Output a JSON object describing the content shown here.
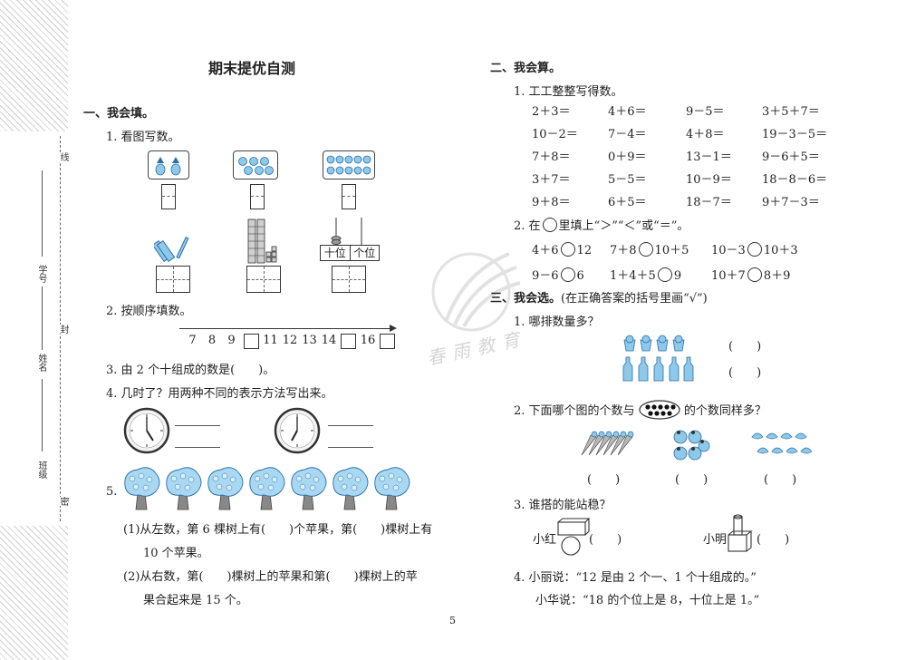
{
  "page_title": "期末提优自测",
  "page_number": "5",
  "margin": {
    "class_label": "班级",
    "name_label": "姓名",
    "id_label": "学号",
    "mi": "密",
    "feng": "封",
    "xian": "线"
  },
  "watermark": "春雨教育",
  "s1": {
    "header": "一、我会填。",
    "q1": "1. 看图写数。",
    "place_tens": "十位",
    "place_ones": "个位",
    "q2": "2. 按顺序填数。",
    "numberline": [
      "7",
      "8",
      "9",
      "",
      "11",
      "12",
      "13",
      "14",
      "",
      "16",
      ""
    ],
    "q3": "3. 由 2 个十组成的数是(　　)。",
    "q4": "4. 几时了？用两种不同的表示方法写出来。",
    "q5_num": "5.",
    "q5_a1": "(1)从左数，第 6 棵树上有(　　)个苹果，第(　　)棵树上有",
    "q5_a2": "10 个苹果。",
    "q5_b1": "(2)从右数，第(　　)棵树上的苹果和第(　　)棵树上的苹",
    "q5_b2": "果合起来是 15 个。"
  },
  "s2": {
    "header": "二、我会算。",
    "q1": "1. 工工整整写得数。",
    "rows": [
      [
        "2＋3＝",
        "4＋6＝",
        "9－5＝",
        "3＋5＋7＝"
      ],
      [
        "10－2＝",
        "7－4＝",
        "4＋8＝",
        "19－3－5＝"
      ],
      [
        "7＋8＝",
        "0＋9＝",
        "13－1＝",
        "9－6＋5＝"
      ],
      [
        "3＋7＝",
        "5－5＝",
        "10－9＝",
        "18－8－6＝"
      ],
      [
        "9＋8＝",
        "6＋5＝",
        "18－7＝",
        "9＋7－3＝"
      ]
    ],
    "q2_pre": "2. 在",
    "q2_post": "里填上“＞”“＜”或“＝”。",
    "cmp": [
      [
        [
          "4＋6",
          "12"
        ],
        [
          "7＋8",
          "10＋5"
        ],
        [
          "10－3",
          "10＋3"
        ]
      ],
      [
        [
          "9－6",
          "6"
        ],
        [
          "1＋4＋5",
          "9"
        ],
        [
          "10＋7",
          "8＋9"
        ]
      ]
    ]
  },
  "s3": {
    "header": "三、我会选。",
    "header_note": "(在正确答案的括号里画“√”)",
    "q1": "1. 哪排数量多？",
    "paren": "(　　)",
    "q2_pre": "2. 下面哪个图的个数与",
    "q2_post": "的个数同样多？",
    "q3": "3. 谁搭的能站稳？",
    "xiaohong": "小红",
    "xiaoming": "小明",
    "q4_a": "4. 小丽说：“12 是由 2 个一、1 个十组成的。”",
    "q4_b": "小华说：“18 的个位上是 8，十位上是 1。”"
  },
  "colors": {
    "accent_blue": "#8fc9ea",
    "dark_blue": "#2a6fa8",
    "ink": "#222222"
  }
}
